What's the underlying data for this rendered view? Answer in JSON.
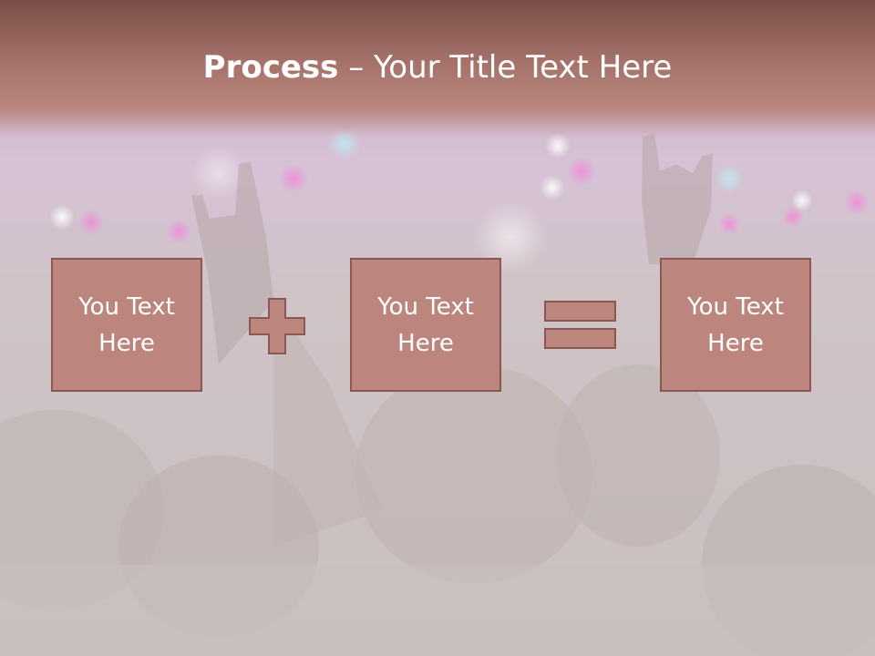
{
  "slide": {
    "title_bold": "Process",
    "title_separator": " – ",
    "title_rest": "Your Title Text Here",
    "boxes": [
      {
        "text": "You Text Here"
      },
      {
        "text": "You Text Here"
      },
      {
        "text": "You Text Here"
      }
    ],
    "operators": [
      "plus",
      "equals"
    ],
    "background": "concert-crowd-photo"
  },
  "colors": {
    "box_fill": "#bc857d",
    "box_border": "#8a5752",
    "title_band": "#a5726a",
    "text": "#ffffff"
  }
}
